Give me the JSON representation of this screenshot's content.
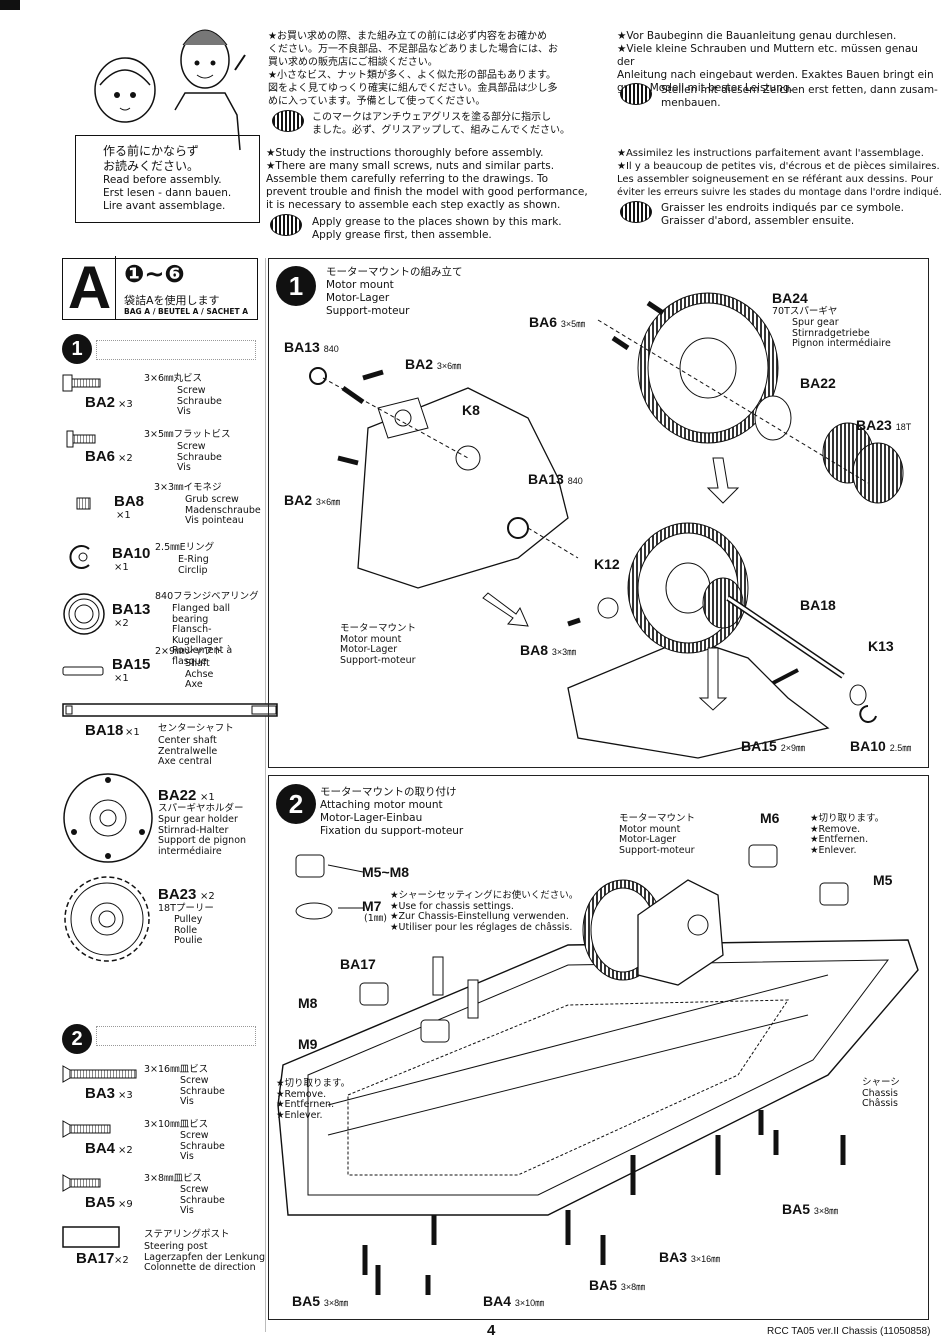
{
  "intro": {
    "before_label": {
      "ja": "作る前にかならず お読みください。",
      "en": "Read before assembly.",
      "de": "Erst lesen - dann bauen.",
      "fr": "Lire avant assemblage."
    },
    "ja_lines": [
      "★お買い求めの際、また組み立ての前には必ず内容をお確かめ",
      "ください。万一不良部品、不足部品などありました場合には、お",
      "買い求めの販売店にご相談ください。",
      "★小さなビス、ナット類が多く、よく似た形の部品もあります。",
      "図をよく見てゆっくり確実に組んでください。金具部品は少し多",
      "めに入っています。予備として使ってください。"
    ],
    "ja_grease": [
      "このマークはアンチウェアグリスを塗る部分に指示し",
      "ました。必ず、グリスアップして、組みこんでください。"
    ],
    "en_lines": [
      "★Study the instructions thoroughly before assembly.",
      "★There are many small screws, nuts and similar parts.",
      "Assemble them carefully referring to the drawings. To",
      "prevent trouble and finish the model with good performance,",
      "it is necessary to assemble each step exactly as shown."
    ],
    "en_grease": [
      "Apply grease to the places shown by this mark.",
      "Apply grease first, then assemble."
    ],
    "de_lines": [
      "★Vor Baubeginn die Bauanleitung genau durchlesen.",
      "★Viele kleine Schrauben und Muttern etc. müssen genau der",
      "Anleitung nach eingebaut werden. Exaktes Bauen bringt ein",
      "gutes Modell mit bester Leistung."
    ],
    "de_grease": [
      "Stellen mit diesem Zeichen erst fetten, dann zusam-",
      "menbauen."
    ],
    "fr_lines": [
      "★Assimilez les instructions parfaitement avant l'assemblage.",
      "★Il y a beaucoup de petites vis, d'écrous et de pièces similaires.",
      "Les assembler soigneusement en se référant aux dessins. Pour",
      "éviter les erreurs suivre les stades du montage dans l'ordre indiqué."
    ],
    "fr_grease": [
      "Graisser les endroits indiqués par ce symbole.",
      "Graisser d'abord, assembler ensuite."
    ]
  },
  "bag": {
    "letter": "A",
    "steps": "❶~❻",
    "ja": "袋詰Aを使用します",
    "en": "BAG A / BEUTEL A / SACHET A",
    "step1_num": "1",
    "step2_num": "2"
  },
  "parts_step1": [
    {
      "code": "BA2",
      "qty": "×3",
      "ja": "3×6㎜丸ビス",
      "desc": [
        "Screw",
        "Schraube",
        "Vis"
      ]
    },
    {
      "code": "BA6",
      "qty": "×2",
      "ja": "3×5㎜フラットビス",
      "desc": [
        "Screw",
        "Schraube",
        "Vis"
      ]
    },
    {
      "code": "BA8",
      "qty": "×1",
      "ja": "3×3㎜イモネジ",
      "desc": [
        "Grub screw",
        "Madenschraube",
        "Vis pointeau"
      ]
    },
    {
      "code": "BA10",
      "qty": "×1",
      "ja": "2.5㎜Eリング",
      "desc": [
        "E-Ring",
        "Circlip"
      ]
    },
    {
      "code": "BA13",
      "qty": "×2",
      "ja": "840フランジベアリング",
      "desc": [
        "Flanged ball bearing",
        "Flansch-Kugellager",
        "Roulement à flasque"
      ]
    },
    {
      "code": "BA15",
      "qty": "×1",
      "ja": "2×9㎜シャフト",
      "desc": [
        "Shaft",
        "Achse",
        "Axe"
      ]
    },
    {
      "code": "BA18",
      "qty": "×1",
      "ja": "センターシャフト",
      "desc": [
        "Center shaft",
        "Zentralwelle",
        "Axe central"
      ]
    },
    {
      "code": "BA22",
      "qty": "×1",
      "ja": "スパーギヤホルダー",
      "desc": [
        "Spur gear holder",
        "Stirnrad-Halter",
        "Support de pignon",
        "intermédiaire"
      ]
    },
    {
      "code": "BA23",
      "qty": "×2",
      "ja": "18Tプーリー",
      "desc": [
        "Pulley",
        "Rolle",
        "Poulie"
      ]
    }
  ],
  "parts_step2": [
    {
      "code": "BA3",
      "qty": "×3",
      "ja": "3×16㎜皿ビス",
      "desc": [
        "Screw",
        "Schraube",
        "Vis"
      ]
    },
    {
      "code": "BA4",
      "qty": "×2",
      "ja": "3×10㎜皿ビス",
      "desc": [
        "Screw",
        "Schraube",
        "Vis"
      ]
    },
    {
      "code": "BA5",
      "qty": "×9",
      "ja": "3×8㎜皿ビス",
      "desc": [
        "Screw",
        "Schraube",
        "Vis"
      ]
    },
    {
      "code": "BA17",
      "qty": "×2",
      "ja": "ステアリングポスト",
      "desc": [
        "Steering post",
        "Lagerzapfen der Lenkung",
        "Colonnette de direction"
      ]
    }
  ],
  "step1": {
    "num": "1",
    "ja": "モーターマウントの組み立て",
    "en": "Motor mount",
    "de": "Motor-Lager",
    "fr": "Support-moteur",
    "callouts": {
      "ba24": "BA24",
      "ba24_ja": "70Tスパーギヤ",
      "ba24_desc": [
        "Spur gear",
        "Stirnradgetriebe",
        "Pignon intermédiaire"
      ],
      "ba6": "BA6",
      "ba6_size": "3×5㎜",
      "ba13a": "BA13",
      "ba13a_size": "840",
      "ba2a": "BA2",
      "ba2a_size": "3×6㎜",
      "k8": "K8",
      "ba22": "BA22",
      "ba23": "BA23",
      "ba23_size": "18T",
      "ba13b": "BA13",
      "ba13b_size": "840",
      "ba2b": "BA2",
      "ba2b_size": "3×6㎜",
      "k12": "K12",
      "ba18": "BA18",
      "k13": "K13",
      "ba8": "BA8",
      "ba8_size": "3×3㎜",
      "mount_ja": "モーターマウント",
      "mount_desc": [
        "Motor mount",
        "Motor-Lager",
        "Support-moteur"
      ],
      "ba15": "BA15",
      "ba15_size": "2×9㎜",
      "ba10": "BA10",
      "ba10_size": "2.5㎜"
    }
  },
  "step2": {
    "num": "2",
    "ja": "モーターマウントの取り付け",
    "en": "Attaching motor mount",
    "de": "Motor-Lager-Einbau",
    "fr": "Fixation du support-moteur",
    "callouts": {
      "m5m8": "M5~M8",
      "m7": "M7",
      "m7_size": "(1㎜)",
      "setting_note": [
        "★シャーシセッティングにお使いください。",
        "★Use for chassis settings.",
        "★Zur Chassis-Einstellung verwenden.",
        "★Utiliser pour les réglages de châssis."
      ],
      "ba17": "BA17",
      "m8": "M8",
      "m9": "M9",
      "cut_note": [
        "★切り取ります。",
        "★Remove.",
        "★Entfernen.",
        "★Enlever."
      ],
      "mount_ja": "モーターマウント",
      "mount_desc": [
        "Motor mount",
        "Motor-Lager",
        "Support-moteur"
      ],
      "m6": "M6",
      "m6_note": [
        "★切り取ります。",
        "★Remove.",
        "★Entfernen.",
        "★Enlever."
      ],
      "m5": "M5",
      "chassis_ja": "シャーシ",
      "chassis_desc": [
        "Chassis",
        "Châssis"
      ],
      "ba5a": "BA5",
      "ba5a_size": "3×8㎜",
      "ba3": "BA3",
      "ba3_size": "3×16㎜",
      "ba5b": "BA5",
      "ba5b_size": "3×8㎜",
      "ba5c": "BA5",
      "ba5c_size": "3×8㎜",
      "ba4": "BA4",
      "ba4_size": "3×10㎜"
    }
  },
  "footer": {
    "page": "4",
    "title": "RCC TA05 ver.II Chassis (11050858)"
  }
}
